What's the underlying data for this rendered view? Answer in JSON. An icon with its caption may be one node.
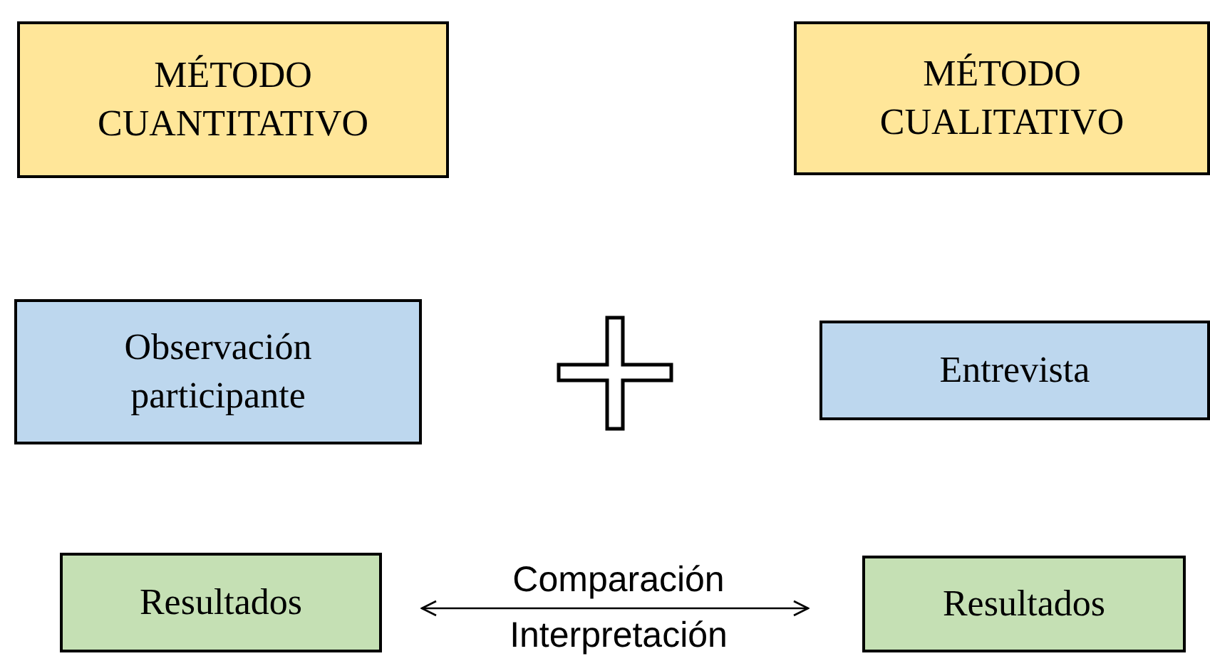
{
  "diagram": {
    "nodes": [
      {
        "text": [
          "MÉTODO CUANTITATIVO"
        ]
      },
      {
        "text": [
          "MÉTODO CUALITATIVO"
        ]
      },
      {
        "text": [
          "Observación participante"
        ]
      },
      {
        "text": [
          "Entrevista"
        ]
      },
      {
        "text": [
          "Resultados"
        ]
      },
      {
        "text": [
          "Resultados"
        ]
      }
    ],
    "edges": [
      {
        "from": 4,
        "to": 5,
        "arrow": "both",
        "label": "Comparación"
      }
    ],
    "labels": [
      "Interpretación"
    ]
  }
}
